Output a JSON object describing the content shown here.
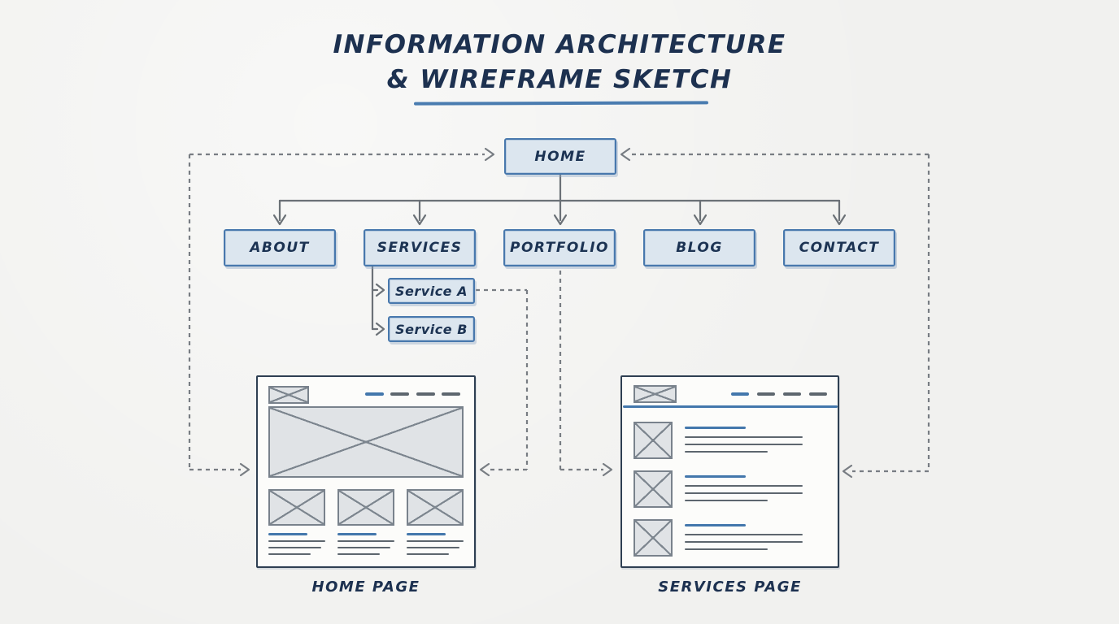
{
  "title": {
    "line1": "INFORMATION ARCHITECTURE",
    "line2": "& WIREFRAME SKETCH"
  },
  "sitemap": {
    "home": "HOME",
    "sections": [
      "ABOUT",
      "SERVICES",
      "PORTFOLIO",
      "BLOG",
      "CONTACT"
    ],
    "subpages": [
      "Service A",
      "Service B"
    ]
  },
  "wireframes": {
    "home_label": "HOME PAGE",
    "services_label": "SERVICES PAGE"
  },
  "colors": {
    "accent_blue": "#4377ac",
    "node_fill": "#dce6ef",
    "node_border": "#4878ad",
    "ink_navy": "#1d3150",
    "tree_line_gray": "#6b7177",
    "dashed_line_gray": "#787d83",
    "placeholder_gray": "#7d868f",
    "paper_background": "#f1f1ef"
  }
}
